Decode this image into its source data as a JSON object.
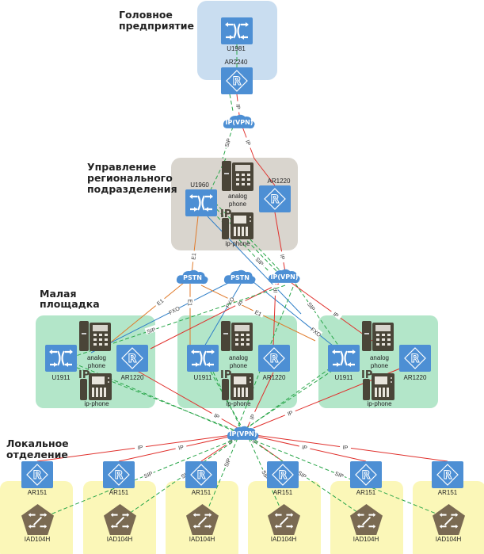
{
  "sections": {
    "hq": {
      "title_1": "Головное",
      "title_2": "предприятие",
      "switch": "U1981",
      "router": "AR2240"
    },
    "regional": {
      "title_1": "Управление",
      "title_2": "регионального",
      "title_3": "подразделения",
      "switch": "U1960",
      "router": "AR1220",
      "analog_1": "analog",
      "analog_2": "phone",
      "ip_phone": "ip-phone"
    },
    "small": {
      "title_1": "Малая",
      "title_2": "площадка",
      "sites": [
        {
          "switch": "U1911",
          "router": "AR1220",
          "analog_1": "analog",
          "analog_2": "phone",
          "ip_phone": "ip-phone"
        },
        {
          "switch": "U1911",
          "router": "AR1220",
          "analog_1": "analog",
          "analog_2": "phone",
          "ip_phone": "ip-phone"
        },
        {
          "switch": "U1911",
          "router": "AR1220",
          "analog_1": "analog",
          "analog_2": "phone",
          "ip_phone": "ip-phone"
        }
      ]
    },
    "local": {
      "title_1": "Локальное",
      "title_2": "отделение",
      "sites": [
        {
          "router": "AR151",
          "iad": "IAD104H"
        },
        {
          "router": "AR151",
          "iad": "IAD104H"
        },
        {
          "router": "AR151",
          "iad": "IAD104H"
        },
        {
          "router": "AR151",
          "iad": "IAD104H"
        },
        {
          "router": "AR151",
          "iad": "IAD104H"
        },
        {
          "router": "AR151",
          "iad": "IAD104H"
        }
      ]
    }
  },
  "clouds": {
    "top_vpn": "IP(VPN)",
    "pstn_1": "PSTN",
    "pstn_2": "PSTN",
    "mid_vpn": "IP(VPN)",
    "bottom_vpn": "IP(VPN)"
  },
  "protocols": {
    "ip": "IP",
    "sip": "SIP",
    "e1": "E1",
    "fxo": "FXO"
  },
  "colors": {
    "hq_bg": "#c9ddf0",
    "regional_bg": "#d9d5ce",
    "small_bg": "#b3e6c9",
    "local_bg": "#fbf7b8",
    "device_blue": "#4d8fd4",
    "phone_dark": "#4a4538",
    "ip_link": "#e0302c",
    "sip_link": "#2aa64a",
    "e1_link": "#e07a2a",
    "fxo_link": "#2f7fc8"
  }
}
